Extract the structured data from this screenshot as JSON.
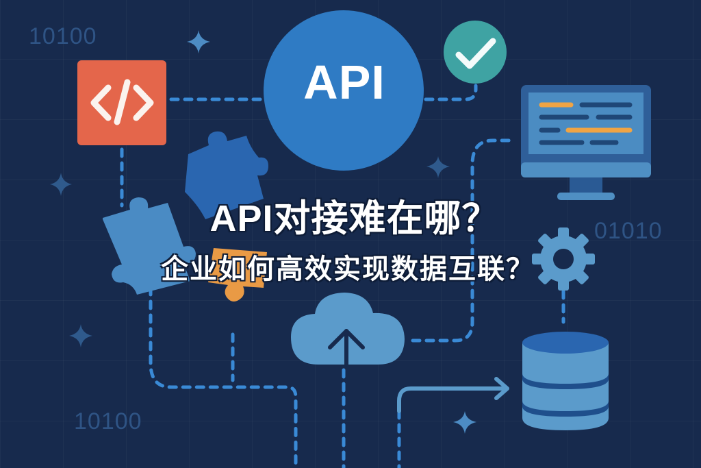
{
  "headline": {
    "main": "API对接难在哪？",
    "sub": "企业如何高效实现数据互联？"
  },
  "api_badge": {
    "label": "API"
  },
  "binary_labels": [
    "10100",
    "01010",
    "10100"
  ],
  "icons": [
    "code-icon",
    "api-circle",
    "checkmark-icon",
    "monitor-icon",
    "puzzle-piece-icon",
    "gear-icon",
    "cloud-upload-icon",
    "database-icon",
    "sparkle-icon",
    "arrow-right-icon"
  ],
  "colors": {
    "background": "#172a4d",
    "code_tile": "#e4664b",
    "api_circle": "#2f7bc4",
    "check_circle": "#3fa3a3",
    "light_blue": "#5b9bcb",
    "mid_blue": "#2a66b0",
    "orange": "#e99a45",
    "dash_line": "#3a8ad6",
    "text": "#ffffff"
  }
}
